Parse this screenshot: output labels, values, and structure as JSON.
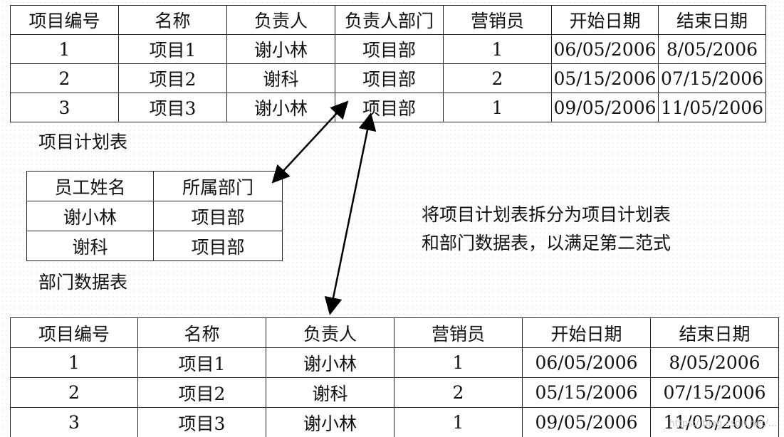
{
  "plan_table": {
    "caption": "项目计划表",
    "headers": [
      "项目编号",
      "名称",
      "负责人",
      "负责人部门",
      "营销员",
      "开始日期",
      "结束日期"
    ],
    "rows": [
      [
        "1",
        "项目1",
        "谢小林",
        "项目部",
        "1",
        "06/05/2006",
        "8/05/2006"
      ],
      [
        "2",
        "项目2",
        "谢科",
        "项目部",
        "2",
        "05/15/2006",
        "07/15/2006"
      ],
      [
        "3",
        "项目3",
        "谢小林",
        "项目部",
        "1",
        "09/05/2006",
        "11/05/2006"
      ]
    ]
  },
  "dept_table": {
    "caption": "部门数据表",
    "headers": [
      "员工姓名",
      "所属部门"
    ],
    "rows": [
      [
        "谢小林",
        "项目部"
      ],
      [
        "谢科",
        "项目部"
      ]
    ]
  },
  "note": {
    "line1": "将项目计划表拆分为项目计划表",
    "line2": "和部门数据表，以满足第二范式"
  },
  "result_table": {
    "headers": [
      "项目编号",
      "名称",
      "负责人",
      "营销员",
      "开始日期",
      "结束日期"
    ],
    "rows": [
      [
        "1",
        "项目1",
        "谢小林",
        "1",
        "06/05/2006",
        "8/05/2006"
      ],
      [
        "2",
        "项目2",
        "谢科",
        "2",
        "05/15/2006",
        "07/15/2006"
      ],
      [
        "3",
        "项目3",
        "谢小林",
        "1",
        "09/05/2006",
        "11/05/2006"
      ]
    ]
  },
  "watermark": "https://blog.csdn.net/..."
}
